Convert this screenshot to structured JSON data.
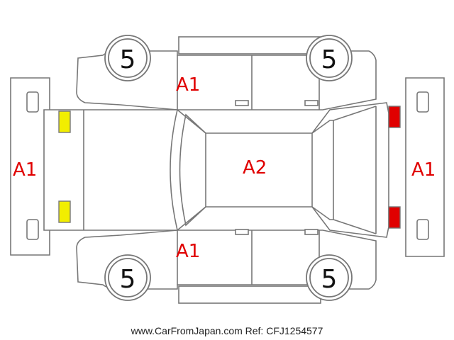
{
  "labels": {
    "roof": "A2",
    "front_bumper": "A1",
    "rear_bumper": "A1",
    "left_side": "A1",
    "right_side": "A1"
  },
  "tires": {
    "front_left": "5",
    "front_right": "5",
    "rear_left": "5",
    "rear_right": "5"
  },
  "footer": "www.CarFromJapan.com Ref: CFJ1254577",
  "colors": {
    "damage_label": "#e00000",
    "front_lamp": "#f2ee00",
    "rear_lamp": "#e00000",
    "outline": "#777777"
  }
}
